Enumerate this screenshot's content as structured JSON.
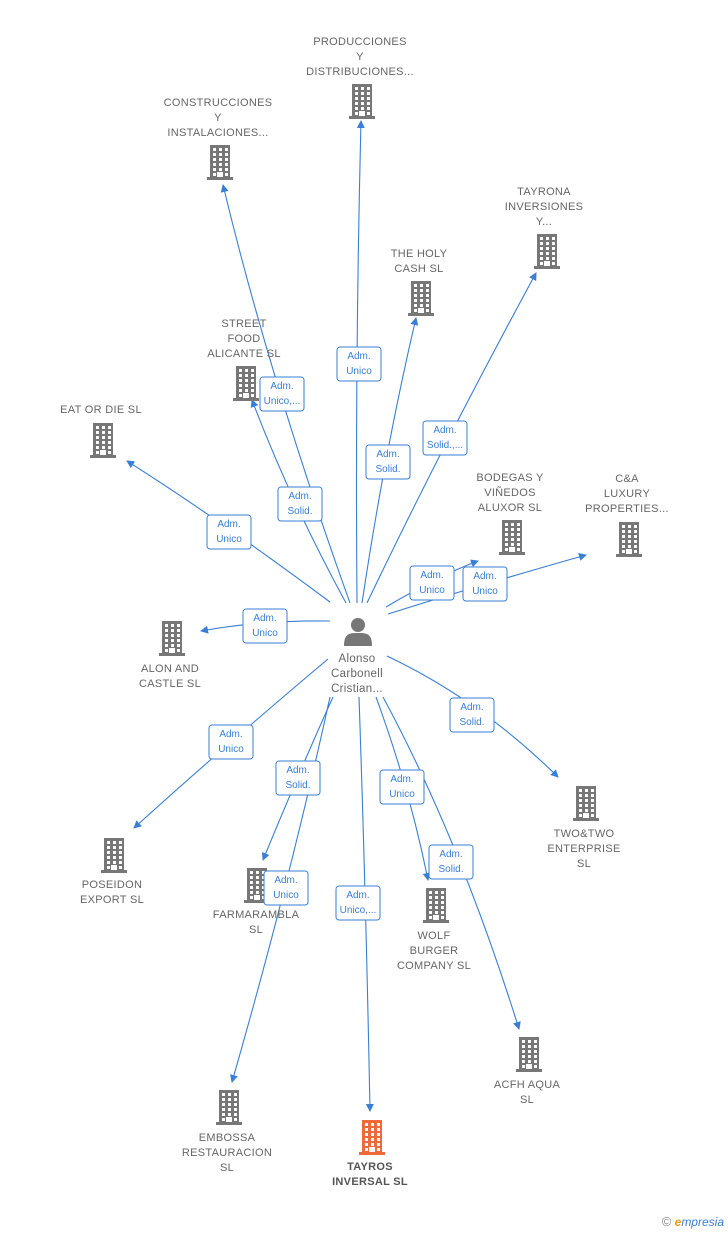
{
  "colors": {
    "edge": "#3a7fd5",
    "node": "#777777",
    "highlight": "#ef6a3a",
    "label": "#666666"
  },
  "center": {
    "lines": [
      "Alonso",
      "Carbonell",
      "Cristian..."
    ],
    "icon": "person-icon"
  },
  "nodes": [
    {
      "id": "producciones",
      "lines": [
        "PRODUCCIONES",
        "Y",
        "DISTRIBUCIONES..."
      ],
      "icon": "building-icon"
    },
    {
      "id": "construcciones",
      "lines": [
        "CONSTRUCCIONES",
        "Y",
        "INSTALACIONES..."
      ],
      "icon": "building-icon"
    },
    {
      "id": "tayrona",
      "lines": [
        "TAYRONA",
        "INVERSIONES",
        "Y..."
      ],
      "icon": "building-icon"
    },
    {
      "id": "holycash",
      "lines": [
        "THE HOLY",
        "CASH  SL"
      ],
      "icon": "building-icon"
    },
    {
      "id": "streetfood",
      "lines": [
        "STREET",
        "FOOD",
        "ALICANTE  SL"
      ],
      "icon": "building-icon"
    },
    {
      "id": "eatordie",
      "lines": [
        "EAT OR DIE  SL"
      ],
      "icon": "building-icon"
    },
    {
      "id": "bodegas",
      "lines": [
        "BODEGAS Y",
        "VIÑEDOS",
        "ALUXOR  SL"
      ],
      "icon": "building-icon"
    },
    {
      "id": "cya",
      "lines": [
        "C&A",
        "LUXURY",
        "PROPERTIES..."
      ],
      "icon": "building-icon"
    },
    {
      "id": "alon",
      "lines": [
        "ALON AND",
        "CASTLE SL"
      ],
      "icon": "building-icon"
    },
    {
      "id": "twotwo",
      "lines": [
        "TWO&TWO",
        "ENTERPRISE",
        "SL"
      ],
      "icon": "building-icon"
    },
    {
      "id": "poseidon",
      "lines": [
        "POSEIDON",
        "EXPORT  SL"
      ],
      "icon": "building-icon"
    },
    {
      "id": "farmarambla",
      "lines": [
        "FARMARAMBLA",
        "SL"
      ],
      "icon": "building-icon"
    },
    {
      "id": "wolf",
      "lines": [
        "WOLF",
        "BURGER",
        "COMPANY  SL"
      ],
      "icon": "building-icon"
    },
    {
      "id": "acfh",
      "lines": [
        "ACFH AQUA",
        "SL"
      ],
      "icon": "building-icon"
    },
    {
      "id": "embossa",
      "lines": [
        "EMBOSSA",
        "RESTAURACION",
        "SL"
      ],
      "icon": "building-icon"
    },
    {
      "id": "tayros",
      "lines": [
        "TAYROS",
        "INVERSAL  SL"
      ],
      "icon": "building-icon",
      "main": true
    }
  ],
  "edges": [
    {
      "to": "producciones",
      "label": [
        "Adm.",
        "Unico"
      ]
    },
    {
      "to": "construcciones",
      "label": [
        "Adm.",
        "Unico,..."
      ]
    },
    {
      "to": "tayrona",
      "label": [
        "Adm.",
        "Solid.,..."
      ]
    },
    {
      "to": "holycash",
      "label": [
        "Adm.",
        "Solid."
      ]
    },
    {
      "to": "streetfood",
      "label": [
        "Adm.",
        "Solid."
      ]
    },
    {
      "to": "eatordie",
      "label": [
        "Adm.",
        "Unico"
      ]
    },
    {
      "to": "bodegas",
      "label": [
        "Adm.",
        "Unico"
      ]
    },
    {
      "to": "cya",
      "label": [
        "Adm.",
        "Unico"
      ]
    },
    {
      "to": "alon",
      "label": [
        "Adm.",
        "Unico"
      ]
    },
    {
      "to": "twotwo",
      "label": [
        "Adm.",
        "Solid."
      ]
    },
    {
      "to": "poseidon",
      "label": [
        "Adm.",
        "Unico"
      ]
    },
    {
      "to": "farmarambla",
      "label": [
        "Adm.",
        "Solid."
      ]
    },
    {
      "to": "wolf",
      "label": [
        "Adm.",
        "Unico"
      ]
    },
    {
      "to": "acfh",
      "label": [
        "Adm.",
        "Solid."
      ]
    },
    {
      "to": "embossa",
      "label": [
        "Adm.",
        "Unico"
      ]
    },
    {
      "to": "tayros",
      "label": [
        "Adm.",
        "Unico,..."
      ]
    }
  ],
  "brand": {
    "copyright": "©",
    "first": "e",
    "rest": "mpresia"
  }
}
